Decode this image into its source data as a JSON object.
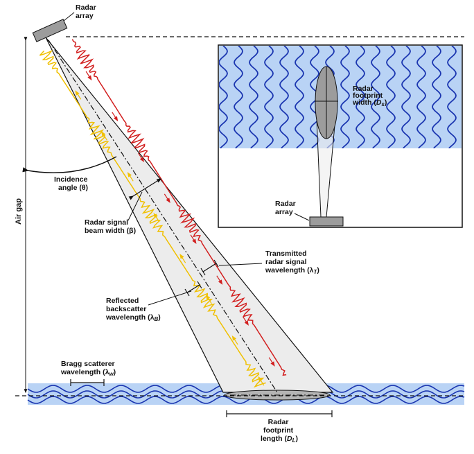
{
  "colors": {
    "water": "#b9d3f5",
    "wave": "#1a35b0",
    "beam": "#ececec",
    "outgoing": "#d21f1f",
    "reflected": "#f0c000",
    "instrument": "#9c9c9c",
    "footprint": "#b4b4b4"
  },
  "labels": {
    "radar_array": [
      "Radar",
      "array"
    ],
    "air_gap": "Air gap",
    "incidence_angle": [
      "Incidence",
      "angle (θ)"
    ],
    "beam_width": [
      "Radar signal",
      "beam width (β)"
    ],
    "reflected": [
      "Reflected",
      "backscatter",
      "wavelength (λ",
      "B",
      ")"
    ],
    "transmitted": [
      "Transmitted",
      "radar signal",
      "wavelength (λ",
      "T",
      ")"
    ],
    "bragg": [
      "Bragg scatterer",
      "wavelength (λ",
      "w",
      ")"
    ],
    "footprint_length": [
      "Radar",
      "footprint",
      "length (",
      "D",
      "L",
      ")"
    ],
    "inset_footprint_width": [
      "Radar",
      "footprint",
      "width (",
      "D",
      "s",
      ")"
    ],
    "inset_radar_array": [
      "Radar",
      "array"
    ]
  }
}
